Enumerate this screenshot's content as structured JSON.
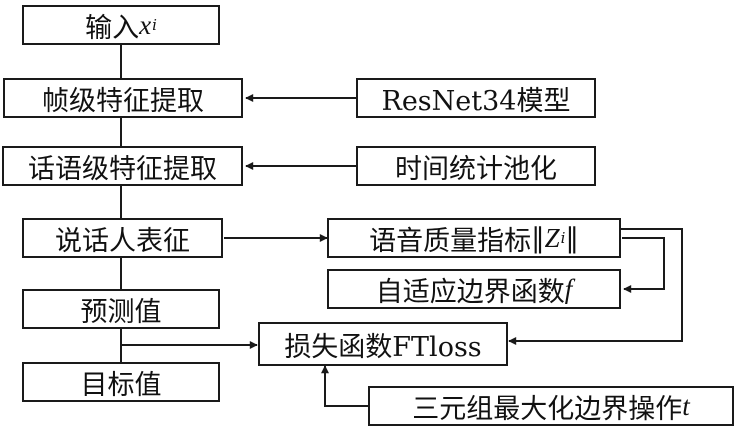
{
  "nodes": {
    "input": {
      "text": "输入",
      "var": "x",
      "sub": "i"
    },
    "frame_feature": {
      "text": "帧级特征提取"
    },
    "resnet": {
      "text": "ResNet34模型"
    },
    "utterance_feature": {
      "text": "话语级特征提取"
    },
    "time_pooling": {
      "text": "时间统计池化"
    },
    "speaker_embedding": {
      "text": "说话人表征"
    },
    "quality_metric": {
      "text": "语音质量指标",
      "open": "‖",
      "var": "Z",
      "sub": "i",
      "close": "‖"
    },
    "adaptive_margin": {
      "text": "自适应边界函数",
      "var": "f"
    },
    "prediction": {
      "text": "预测值"
    },
    "target": {
      "text": "目标值"
    },
    "loss": {
      "text": "损失函数FTloss"
    },
    "triplet_op": {
      "text": "三元组最大化边界操作",
      "var": "t"
    }
  },
  "colors": {
    "line": "#1a1a1a",
    "text": "#111111",
    "background": "#ffffff"
  }
}
